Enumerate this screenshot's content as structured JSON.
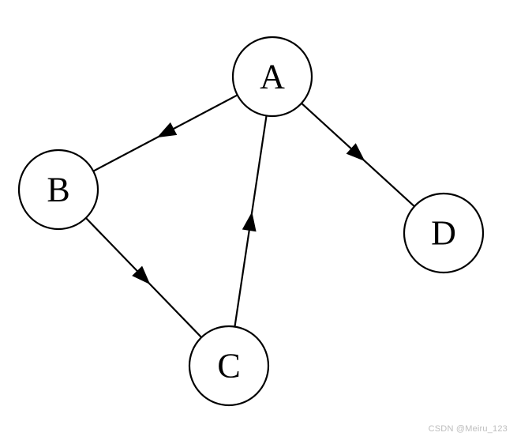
{
  "diagram": {
    "nodes": [
      {
        "id": "A",
        "label": "A"
      },
      {
        "id": "B",
        "label": "B"
      },
      {
        "id": "C",
        "label": "C"
      },
      {
        "id": "D",
        "label": "D"
      }
    ],
    "edges": [
      {
        "from": "A",
        "to": "B"
      },
      {
        "from": "A",
        "to": "D"
      },
      {
        "from": "B",
        "to": "C"
      },
      {
        "from": "C",
        "to": "A"
      }
    ],
    "colors": {
      "stroke": "#000000",
      "node_fill": "#ffffff",
      "background": "#ffffff"
    }
  },
  "watermark": "CSDN @Meiru_123"
}
